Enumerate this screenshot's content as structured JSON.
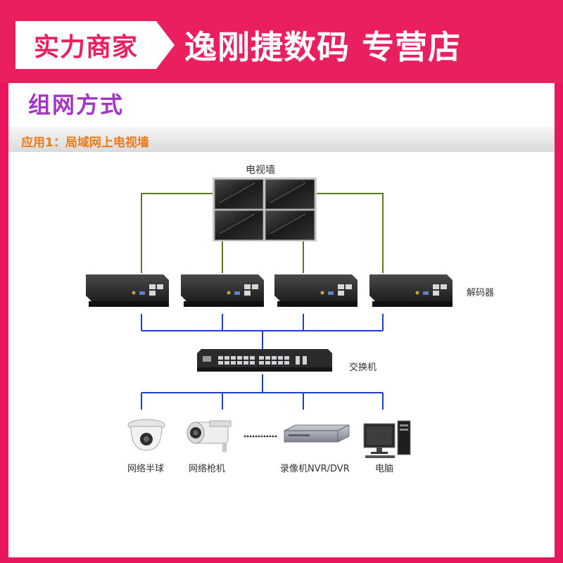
{
  "header": {
    "badge_label": "实力商家",
    "shop_name": "逸刚捷数码 专营店"
  },
  "page": {
    "section_title": "组网方式",
    "application_label": "应用1：局域网上电视墙"
  },
  "diagram": {
    "video_wall_label": "电视墙",
    "decoder_label": "解码器",
    "switch_label": "交换机",
    "devices": [
      {
        "name": "dome-camera",
        "label": "网络半球"
      },
      {
        "name": "bullet-camera",
        "label": "网络枪机"
      },
      {
        "name": "nvr",
        "label": "录像机NVR/DVR"
      },
      {
        "name": "computer",
        "label": "电脑"
      }
    ]
  },
  "colors": {
    "header_bg": "#ea1f60",
    "badge_text": "#ea1f60",
    "section_title": "#a535c7",
    "application_label": "#f07a14",
    "hdmi_cable": "#5a7a1e",
    "network_cable": "#1f3fc8"
  }
}
